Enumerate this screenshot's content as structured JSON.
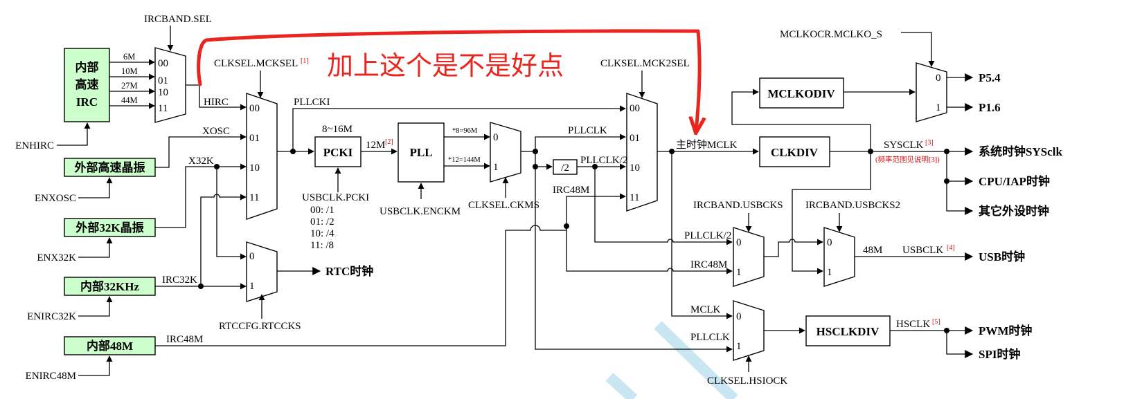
{
  "annotation": "加上这个是不是好点",
  "sources": {
    "hirc": [
      "内部",
      "高速",
      "IRC"
    ],
    "xosc": "外部高速晶振",
    "x32k": "外部32K晶振",
    "irc32k": "内部32KHz",
    "irc48m": "内部48M"
  },
  "enables": {
    "hirc": "ENHIRC",
    "xosc": "ENXOSC",
    "x32k": "ENX32K",
    "irc32k": "ENIRC32K",
    "irc48m": "ENIRC48M"
  },
  "signals": {
    "ircband_sel": "IRCBAND.SEL",
    "f6m": "6M",
    "f10m": "10M",
    "f27m": "27M",
    "f44m": "44M",
    "hirc": "HIRC",
    "xosc": "XOSC",
    "x32k": "X32K",
    "irc32k": "IRC32K",
    "irc48m": "IRC48M",
    "clksel_mcksel": "CLKSEL.MCKSEL",
    "pllcki": "PLLCKI",
    "range": "8~16M",
    "f12m": "12M",
    "x8": "*8=96M",
    "x12": "*12=144M",
    "pllclk": "PLLCLK",
    "pllclk2": "PLLCLK/2",
    "div2": "/2",
    "irc48m_b": "IRC48M",
    "clksel_mck2sel": "CLKSEL.MCK2SEL",
    "mclk_main": "主时钟MCLK",
    "mclkocr": "MCLKOCR.MCLKO_S",
    "sysclk": "SYSCLK",
    "sysclk_note": "(频率范围见说明[3])",
    "usbclk_pcki": "USBCLK.PCKI",
    "pcki_div0": "00:  /1",
    "pcki_div1": "01:  /2",
    "pcki_div2": "10:  /4",
    "pcki_div3": "11:  /8",
    "usbclk_enckm": "USBCLK.ENCKM",
    "clksel_ckms": "CLKSEL.CKMS",
    "rtccfg": "RTCCFG.RTCCKS",
    "ircband_usbcks": "IRCBAND.USBCKS",
    "ircband_usbcks2": "IRCBAND.USBCKS2",
    "pllclk2_b": "PLLCLK/2",
    "irc48m_c": "IRC48M",
    "f48m": "48M",
    "usbclk": "USBCLK",
    "mclk": "MCLK",
    "pllclk_b": "PLLCLK",
    "hsclk": "HSCLK",
    "clksel_hsiock": "CLKSEL.HSIOCK",
    "irc48m_d": "IRC48M"
  },
  "refs": {
    "r1": "[1]",
    "r2": "[2]",
    "r3": "[3]",
    "r4": "[4]",
    "r5": "[5]"
  },
  "blocks": {
    "pcki": "PCKI",
    "pll": "PLL",
    "mclkodiv": "MCLKODIV",
    "clkdiv": "CLKDIV",
    "hsclkdiv": "HSCLKDIV"
  },
  "mux_inputs": {
    "m4": [
      "00",
      "01",
      "10",
      "11"
    ],
    "m2": [
      "0",
      "1"
    ]
  },
  "outputs": {
    "p54": "P5.4",
    "p16": "P1.6",
    "sysclk_out": "系统时钟SYSclk",
    "cpu": "CPU/IAP时钟",
    "periph": "其它外设时钟",
    "rtc": "RTC时钟",
    "usb": "USB时钟",
    "pwm": "PWM时钟",
    "spi": "SPI时钟"
  },
  "colors": {
    "source_fill": "#ccffcc",
    "annotation": "#e8261f",
    "reference": "#d01010",
    "watermark": "#c9e7f2"
  }
}
